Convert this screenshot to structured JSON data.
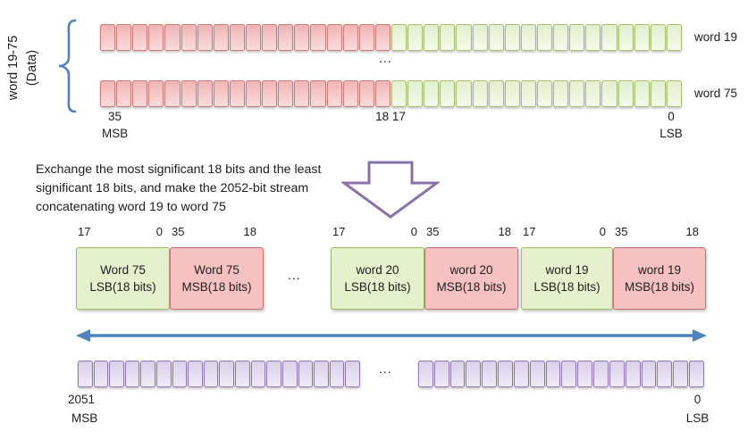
{
  "colors": {
    "pink_border": "#c9706f",
    "pink_fill": "#f8c1c1",
    "green_border": "#9cba5d",
    "green_fill": "#e5f0cd",
    "purple_border": "#9078b2",
    "purple_fill": "#e3d9f0",
    "blue_accent": "#4f81bd",
    "arrow_outline": "#8972ac"
  },
  "top_section": {
    "group_label": {
      "line1": "word 19-75",
      "line2": "(Data)"
    },
    "rows": [
      {
        "label": "word 19",
        "segments": [
          {
            "count": 18,
            "color": "pink"
          },
          {
            "count": 18,
            "color": "green"
          }
        ]
      },
      {
        "label": "word 75",
        "segments": [
          {
            "count": 18,
            "color": "pink"
          },
          {
            "count": 18,
            "color": "green"
          }
        ]
      }
    ],
    "ellipsis": "...",
    "bit_labels": {
      "msb_index": "35",
      "msb_text": "MSB",
      "boundary": "18 17",
      "lsb_index": "0",
      "lsb_text": "LSB"
    }
  },
  "description": {
    "line1": "Exchange the most significant 18 bits and the least",
    "line2": "significant 18 bits, and make the 2052-bit stream",
    "line3": "concatenating word 19 to word 75"
  },
  "middle_section": {
    "ellipsis": "...",
    "pairs": [
      {
        "lsb": {
          "left_bit": "17",
          "right_bit": "0",
          "line1": "Word 75",
          "line2": "LSB(18 bits)"
        },
        "msb": {
          "left_bit": "35",
          "right_bit": "18",
          "line1": "Word 75",
          "line2": "MSB(18 bits)"
        }
      },
      {
        "lsb": {
          "left_bit": "17",
          "right_bit": "0",
          "line1": "word 20",
          "line2": "LSB(18 bits)"
        },
        "msb": {
          "left_bit": "35",
          "right_bit": "18",
          "line1": "word 20",
          "line2": "MSB(18 bits)"
        }
      },
      {
        "lsb": {
          "left_bit": "17",
          "right_bit": "0",
          "line1": "word 19",
          "line2": "LSB(18 bits)"
        },
        "msb": {
          "left_bit": "35",
          "right_bit": "18",
          "line1": "word 19",
          "line2": "MSB(18 bits)"
        }
      }
    ]
  },
  "bottom_section": {
    "ellipsis": "...",
    "groups": [
      {
        "segments": [
          {
            "count": 18,
            "color": "purple"
          }
        ]
      },
      {
        "segments": [
          {
            "count": 18,
            "color": "purple"
          }
        ]
      }
    ],
    "labels": {
      "msb_index": "2051",
      "msb_text": "MSB",
      "lsb_index": "0",
      "lsb_text": "LSB"
    }
  }
}
